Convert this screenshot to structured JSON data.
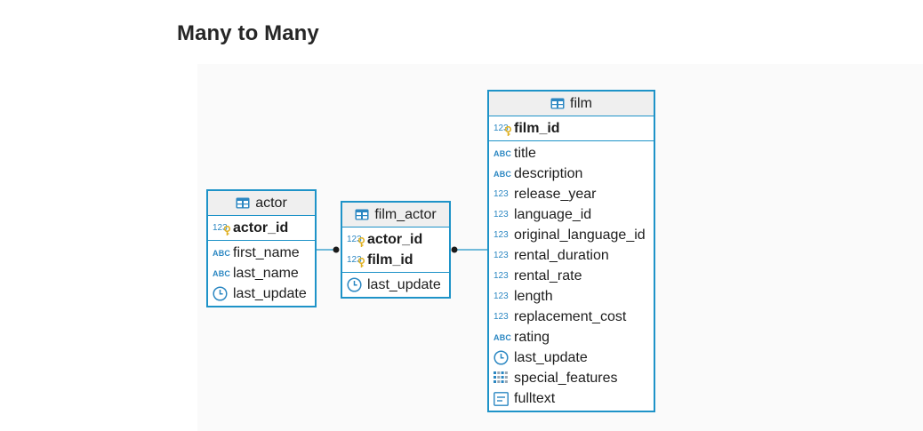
{
  "page": {
    "title": "Many to Many"
  },
  "icon_glyphs": {
    "abc": "ABC",
    "num": "123"
  },
  "colors": {
    "border": "#1e93c8",
    "icon": "#2b87c2",
    "key": "#e0b020"
  },
  "entities": {
    "actor": {
      "name": "actor",
      "primary_keys": [
        {
          "name": "actor_id",
          "type": "num"
        }
      ],
      "attributes": [
        {
          "name": "first_name",
          "type": "abc"
        },
        {
          "name": "last_name",
          "type": "abc"
        },
        {
          "name": "last_update",
          "type": "clock"
        }
      ]
    },
    "film_actor": {
      "name": "film_actor",
      "primary_keys": [
        {
          "name": "actor_id",
          "type": "num"
        },
        {
          "name": "film_id",
          "type": "num"
        }
      ],
      "attributes": [
        {
          "name": "last_update",
          "type": "clock"
        }
      ]
    },
    "film": {
      "name": "film",
      "primary_keys": [
        {
          "name": "film_id",
          "type": "num"
        }
      ],
      "attributes": [
        {
          "name": "title",
          "type": "abc"
        },
        {
          "name": "description",
          "type": "abc"
        },
        {
          "name": "release_year",
          "type": "num"
        },
        {
          "name": "language_id",
          "type": "num"
        },
        {
          "name": "original_language_id",
          "type": "num"
        },
        {
          "name": "rental_duration",
          "type": "num"
        },
        {
          "name": "rental_rate",
          "type": "num"
        },
        {
          "name": "length",
          "type": "num"
        },
        {
          "name": "replacement_cost",
          "type": "num"
        },
        {
          "name": "rating",
          "type": "abc"
        },
        {
          "name": "last_update",
          "type": "clock"
        },
        {
          "name": "special_features",
          "type": "array"
        },
        {
          "name": "fulltext",
          "type": "text"
        }
      ]
    }
  },
  "relationships": [
    {
      "from": "film_actor",
      "to": "actor"
    },
    {
      "from": "film_actor",
      "to": "film"
    }
  ]
}
